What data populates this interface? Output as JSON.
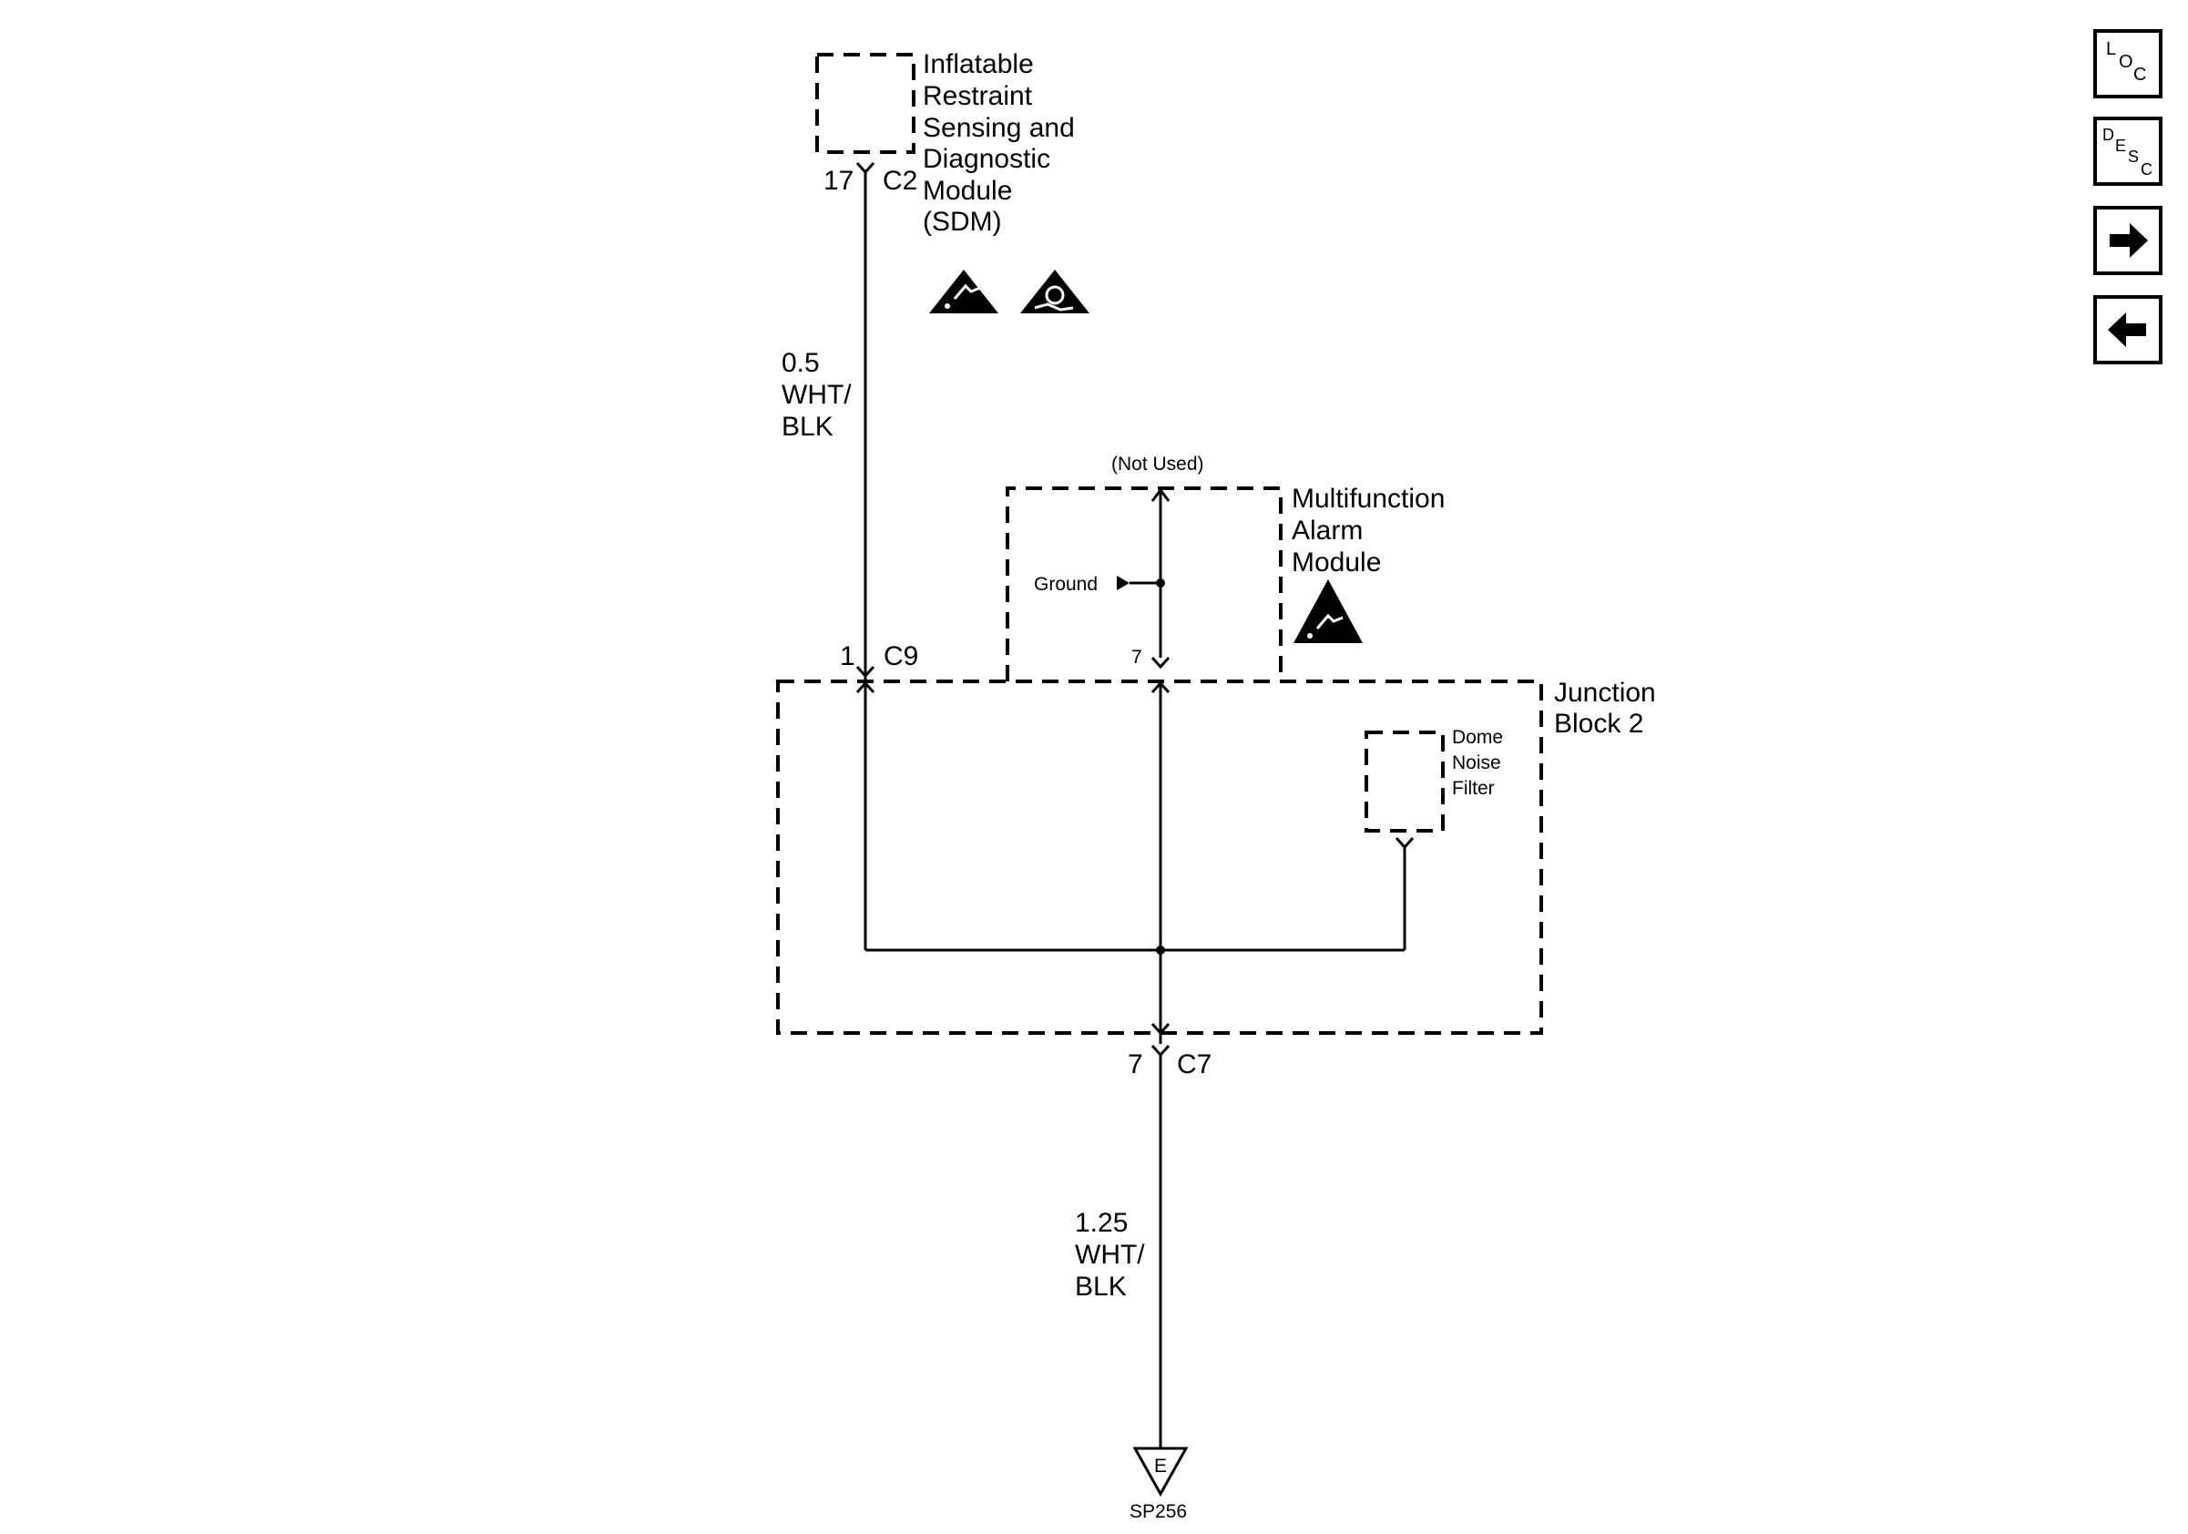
{
  "sdm": {
    "name_lines": [
      "Inflatable",
      "Restraint",
      "Sensing and",
      "Diagnostic",
      "Module",
      "(SDM)"
    ],
    "pin": "17",
    "connector": "C2"
  },
  "wire_upper": {
    "lines": [
      "0.5",
      "WHT/",
      "BLK"
    ]
  },
  "alarm_module": {
    "name_lines": [
      "Multifunction",
      "Alarm",
      "Module"
    ],
    "not_used": "(Not Used)",
    "ground": "Ground",
    "pin": "7"
  },
  "junction_block": {
    "name_lines": [
      "Junction",
      "Block 2"
    ],
    "c9_pin": "1",
    "c9_connector": "C9",
    "dome_filter_lines": [
      "Dome",
      "Noise",
      "Filter"
    ],
    "c7_pin": "7",
    "c7_connector": "C7"
  },
  "wire_lower": {
    "lines": [
      "1.25",
      "WHT/",
      "BLK"
    ]
  },
  "ground_point": {
    "letter": "E",
    "splice": "SP256"
  },
  "nav": {
    "loc": [
      "L",
      "O",
      "C"
    ],
    "desc": [
      "D",
      "E",
      "S",
      "C"
    ],
    "next": "arrow-right-icon",
    "prev": "arrow-left-icon"
  }
}
